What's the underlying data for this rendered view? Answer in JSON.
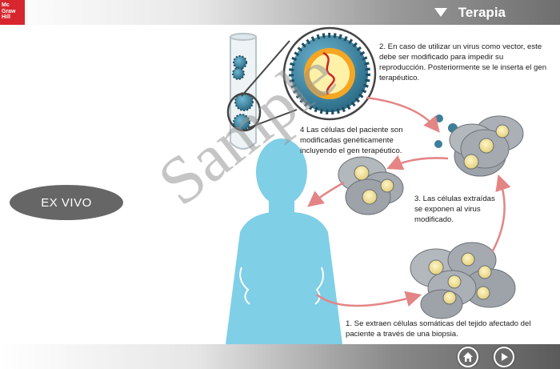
{
  "header": {
    "logo_lines": [
      "Mc",
      "Graw",
      "Hill"
    ],
    "title": "Terapia"
  },
  "label": "EX VIVO",
  "steps": {
    "step1": "1. Se extraen células somáticas del tejido afectado del paciente a través de una biopsia.",
    "step2": "2. En caso de utilizar un virus como vector, este debe ser modificado para impedir su reproducción. Posteriormente se le inserta el gen terapéutico.",
    "step3": "3. Las células extraídas se exponen al virus modificado.",
    "step4": "4 Las células del paciente son modificadas genéticamente incluyendo el gen terapéutico."
  },
  "watermark": "Sample",
  "icons": {
    "home": "home-icon",
    "next": "play-icon"
  },
  "colors": {
    "logo_red": "#d7262e",
    "body_blue": "#7fcfe6",
    "arrow": "#e48585",
    "cell_gray": "#9da3a8",
    "virus_blue": "#3d7f99"
  }
}
